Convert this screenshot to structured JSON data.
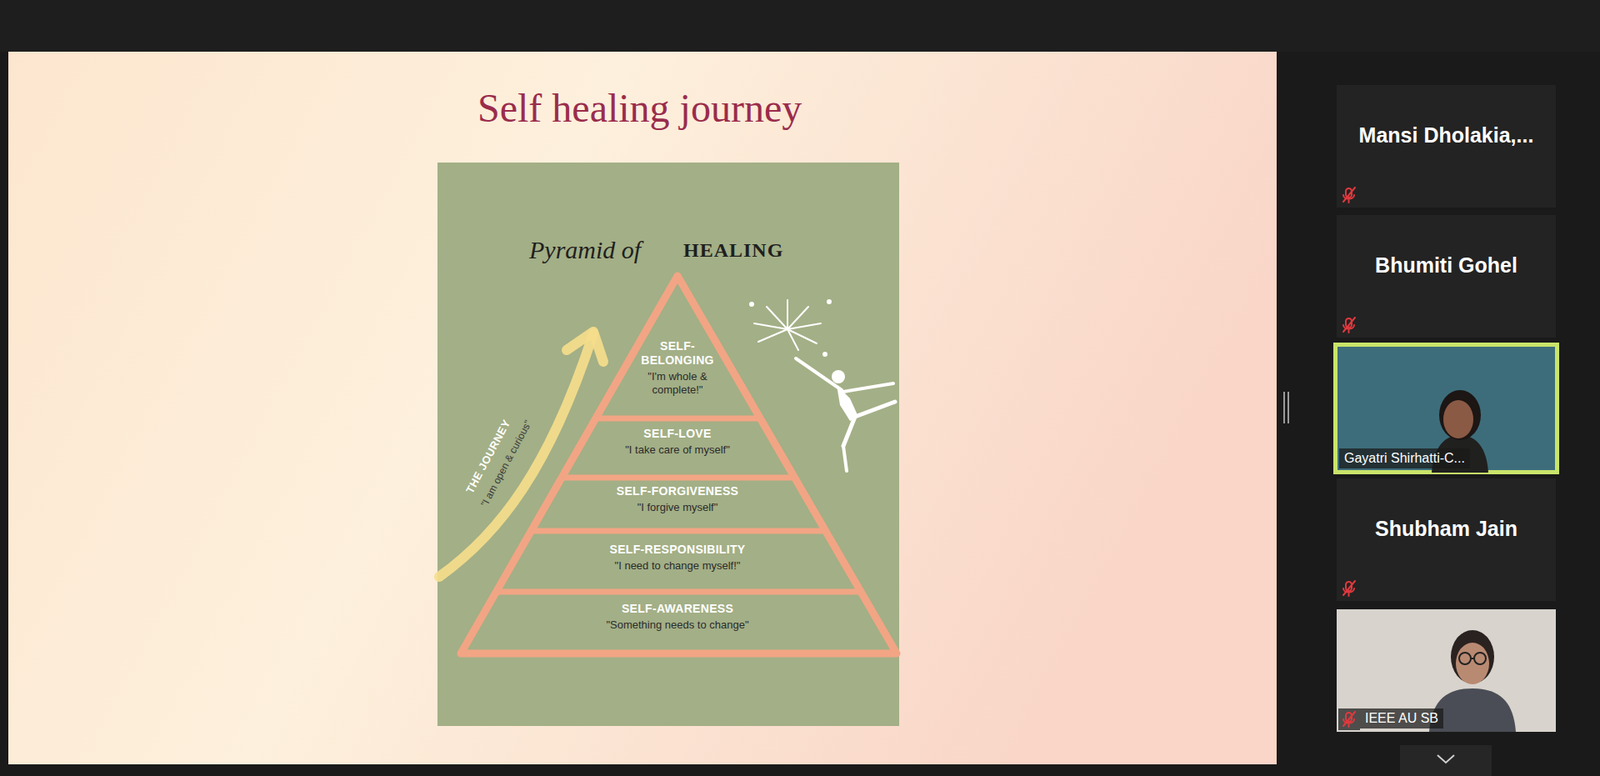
{
  "diagram": {
    "title": "Self healing journey",
    "nodes": [
      {
        "text": [
          "SELF-BELONGING",
          "\"I'm whole & complete!\""
        ]
      },
      {
        "text": [
          "SELF-LOVE",
          "\"I take care of myself\""
        ]
      },
      {
        "text": [
          "SELF-FORGIVENESS",
          "\"I forgive myself\""
        ]
      },
      {
        "text": [
          "SELF-RESPONSIBILITY",
          "\"I need to change myself!\""
        ]
      },
      {
        "text": [
          "SELF-AWARENESS",
          "\"Something needs to change\""
        ]
      },
      {
        "text": [
          "Mansi Dholakia,..."
        ]
      },
      {
        "text": [
          "Bhumiti Gohel"
        ]
      },
      {
        "text": [
          "Gayatri Shirhatti-C..."
        ]
      },
      {
        "text": [
          "Shubham Jain"
        ]
      },
      {
        "text": [
          "IEEE AU SB"
        ]
      }
    ],
    "labels": [
      "Pyramid of",
      "HEALING",
      "THE JOURNEY",
      "\"I am open & curious\""
    ]
  }
}
